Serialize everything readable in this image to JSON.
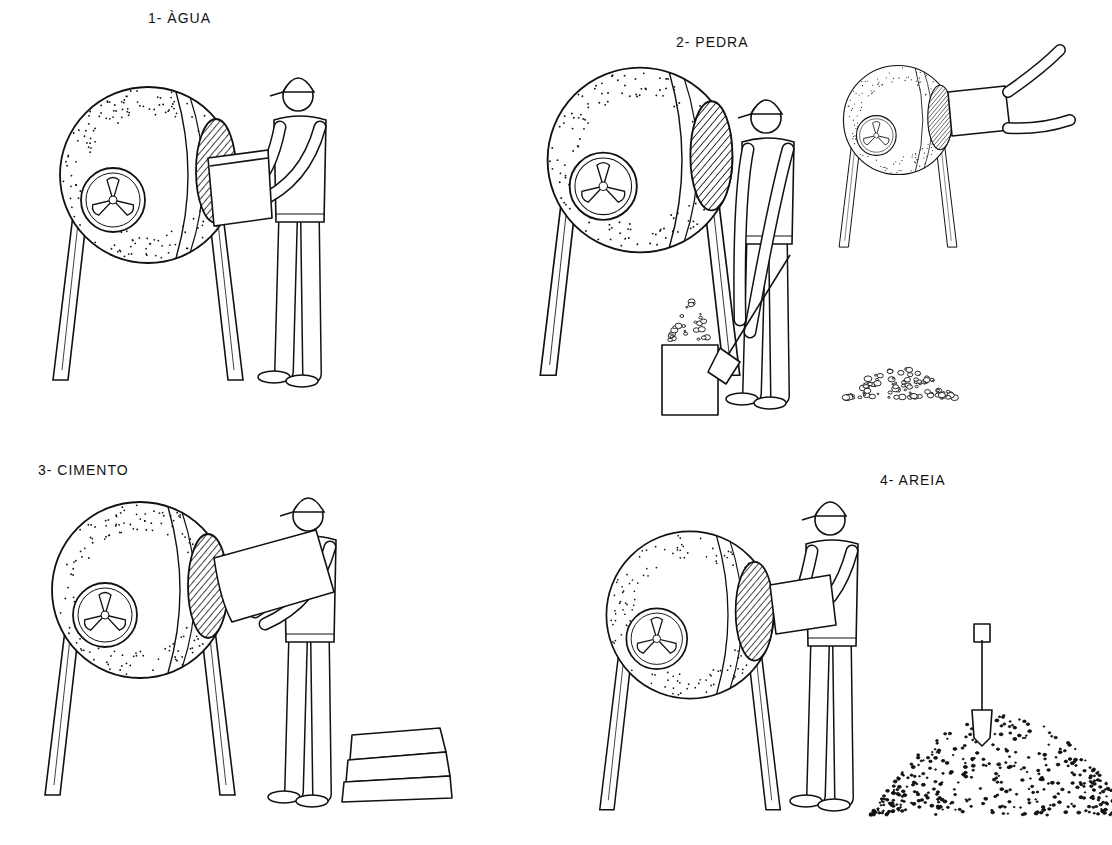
{
  "diagram": {
    "labels": [
      "1- ÀGUA",
      "2- PEDRA",
      "3- CIMENTO",
      "4- AREIA"
    ]
  }
}
